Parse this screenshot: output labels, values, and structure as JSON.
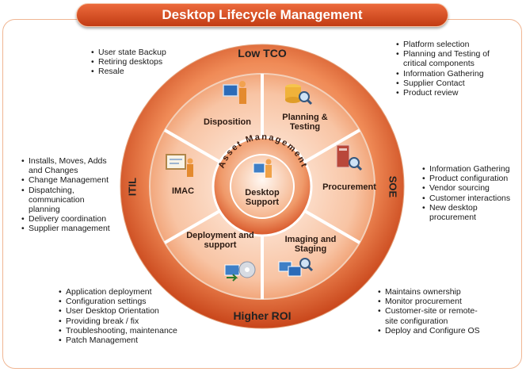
{
  "title": "Desktop Lifecycle Management",
  "ring_labels": {
    "top": "Low TCO",
    "bottom": "Higher ROI",
    "left": "ITIL",
    "right": "SOE"
  },
  "center": {
    "arc_label": "Asset Management",
    "label": "Desktop Support"
  },
  "segments": [
    {
      "label": "Disposition",
      "icon": "person-computer-icon"
    },
    {
      "label": "Planning & Testing",
      "icon": "database-magnifier-icon"
    },
    {
      "label": "Procurement",
      "icon": "server-magnifier-icon"
    },
    {
      "label": "Imaging and Staging",
      "icon": "computers-magnifier-icon"
    },
    {
      "label": "Deployment and support",
      "icon": "computer-cd-icon"
    },
    {
      "label": "IMAC",
      "icon": "person-board-icon"
    }
  ],
  "callouts": {
    "top_left": [
      "User state Backup",
      "Retiring desktops",
      "Resale"
    ],
    "top_right": [
      "Platform selection",
      "Planning and Testing of critical components",
      "Information Gathering",
      "Supplier Contact",
      "Product review"
    ],
    "left": [
      "Installs, Moves, Adds and Changes",
      "Change Management",
      "Dispatching, communication planning",
      "Delivery coordination",
      "Supplier management"
    ],
    "right": [
      "Information Gathering",
      "Product configuration",
      "Vendor sourcing",
      "Customer interactions",
      "New desktop procurement"
    ],
    "bottom_left": [
      "Application deployment",
      "Configuration settings",
      "User Desktop Orientation",
      "Providing break / fix",
      "Troubleshooting, maintenance",
      "Patch Management"
    ],
    "bottom_right": [
      "Maintains ownership",
      "Monitor procurement",
      "Customer-site or remote-site configuration",
      "Deploy and Configure OS"
    ]
  },
  "colors": {
    "brand": "#d9501f",
    "ring_light": "#f7a77c",
    "ring_dark": "#c8451a",
    "segment": "#f6b896",
    "text": "#1a1a1a"
  }
}
